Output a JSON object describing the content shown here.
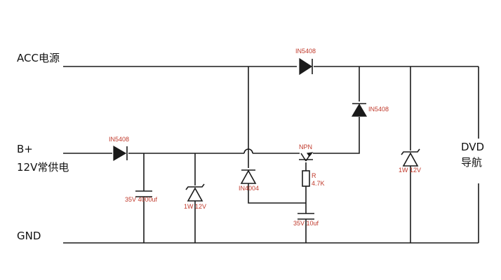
{
  "labels": {
    "acc": "ACC电源",
    "bplus": "B+",
    "twelve_v": "12V常供电",
    "gnd": "GND",
    "dvd": "DVD",
    "nav": "导航"
  },
  "components": {
    "d_top": "IN5408",
    "d_vert": "IN5408",
    "d_input": "IN5408",
    "cap_big": "35V 4000uf",
    "zener_left": "1W 12V",
    "diode_mid": "IN4004",
    "npn": "NPN",
    "resistor_name": "R",
    "resistor_value": "4.7K",
    "cap_small": "35V 10uf",
    "zener_right": "1W 12V"
  },
  "colors": {
    "wire": "#1a1a1a",
    "component_label": "#c0392b",
    "text": "#111111"
  }
}
